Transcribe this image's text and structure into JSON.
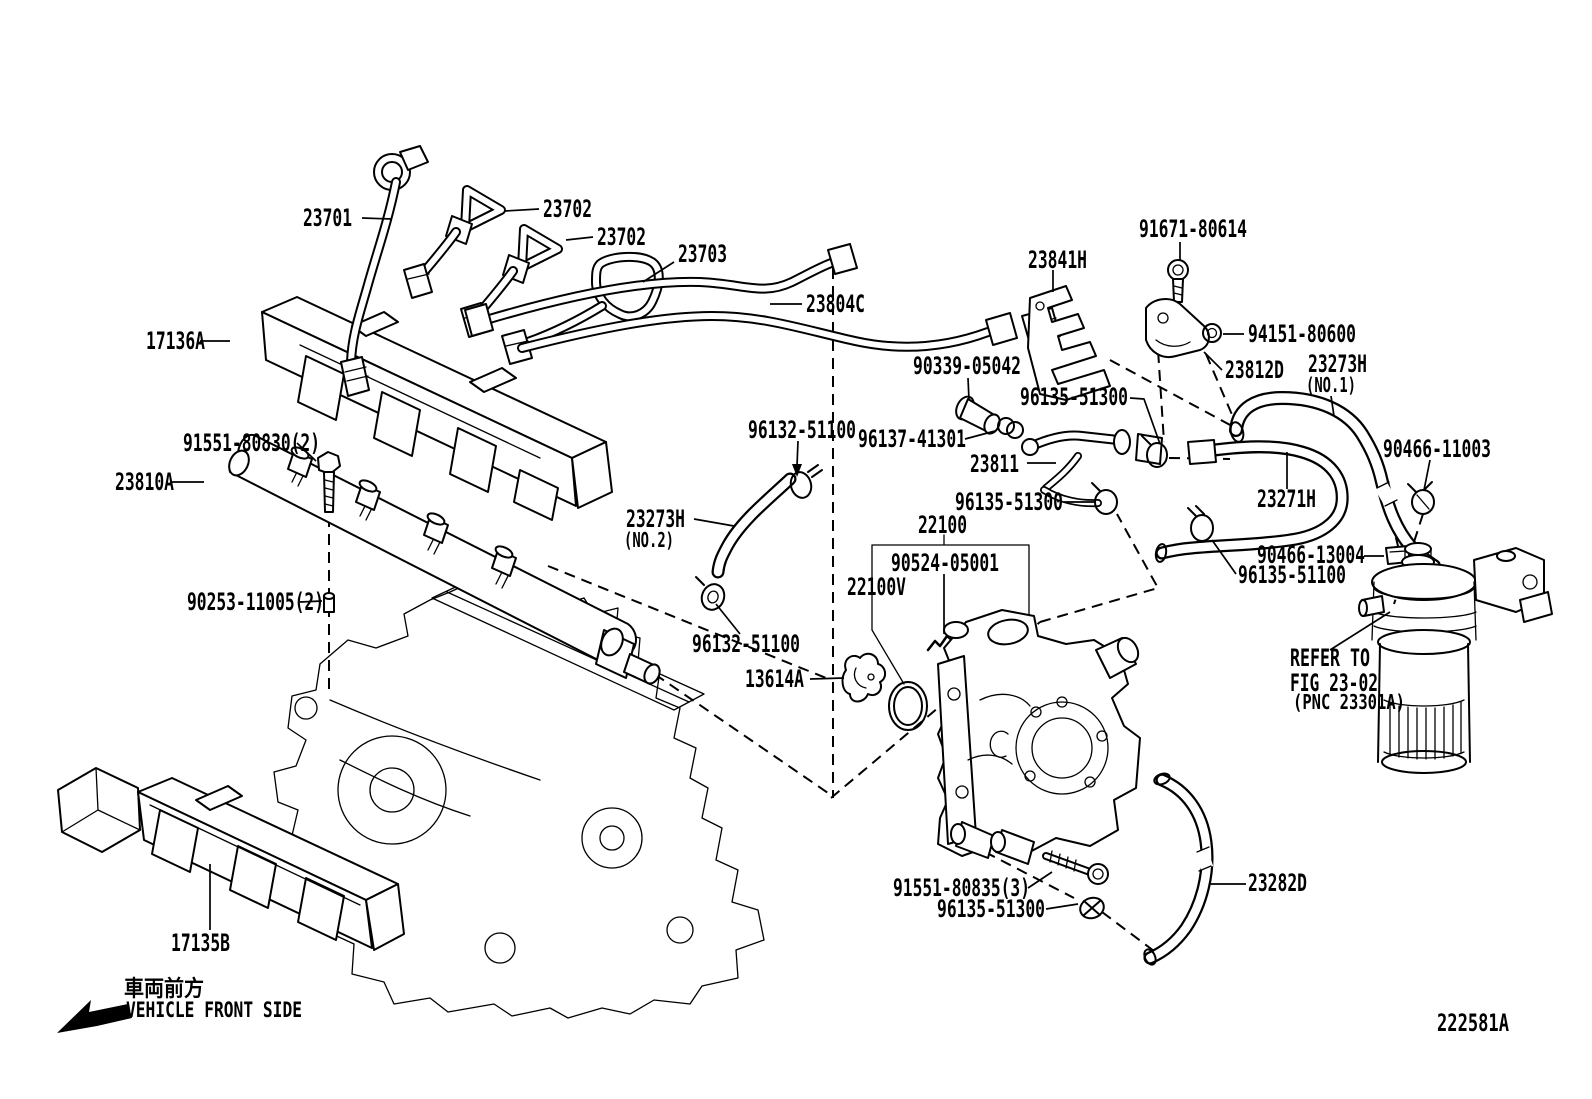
{
  "figure": {
    "code": "222581A",
    "vehicle_front_jp": "車両前方",
    "vehicle_front_en": "VEHICLE FRONT SIDE"
  },
  "labels": {
    "l23701": "23701",
    "l23702a": "23702",
    "l23702b": "23702",
    "l23703": "23703",
    "l23804c": "23804C",
    "l17136a": "17136A",
    "l91551_80830": "91551-80830(2)",
    "l23810a": "23810A",
    "l90253_11005": "90253-11005(2)",
    "l17135b": "17135B",
    "l23273h_no2": "23273H",
    "l23273h_no2_sub": "(NO.2)",
    "l96132_51100a": "96132-51100",
    "l96132_51100b": "96132-51100",
    "l13614a": "13614A",
    "l22100": "22100",
    "l90524_05001": "90524-05001",
    "l22100v": "22100V",
    "l90339_05042": "90339-05042",
    "l96135_51300a": "96135-51300",
    "l96137_41301": "96137-41301",
    "l23811": "23811",
    "l96135_51300b": "96135-51300",
    "l23841h": "23841H",
    "l91671_80614": "91671-80614",
    "l94151_80600": "94151-80600",
    "l23812d": "23812D",
    "l23273h_no1": "23273H",
    "l23273h_no1_sub": "(NO.1)",
    "l90466_11003": "90466-11003",
    "l23271h": "23271H",
    "l90466_13004": "90466-13004",
    "l96135_51100": "96135-51100",
    "l_refer_1": "REFER TO",
    "l_refer_2": "FIG 23-02",
    "l_refer_3": "(PNC 23301A)",
    "l91551_80835": "91551-80835(3)",
    "l96135_51300c": "96135-51300",
    "l23282d": "23282D"
  }
}
